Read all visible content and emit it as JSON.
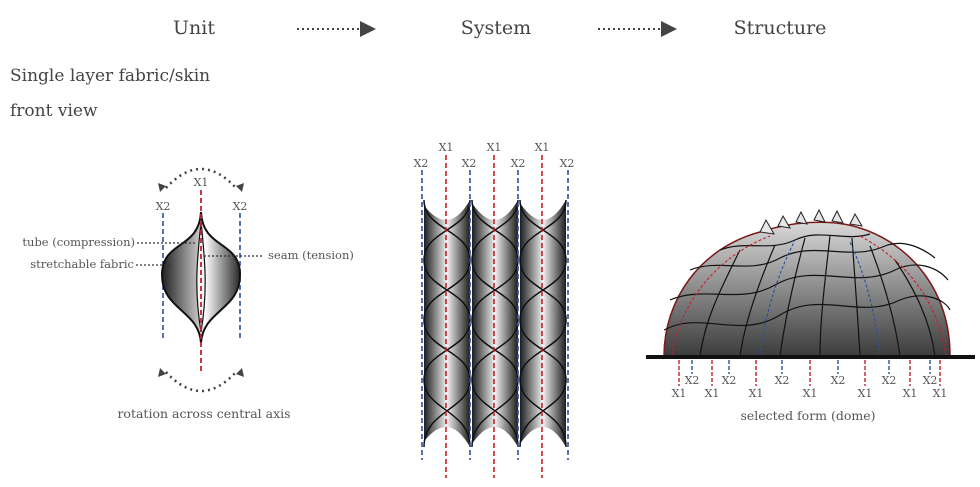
{
  "header": {
    "unit": "Unit",
    "system": "System",
    "structure": "Structure"
  },
  "side_labels": {
    "line1": "Single layer fabric/skin",
    "line2": "front view"
  },
  "unit_panel": {
    "x1": "X1",
    "x2_left": "X2",
    "x2_right": "X2",
    "tube": "tube (compression)",
    "fabric": "stretchable fabric",
    "seam": "seam (tension)",
    "caption": "rotation across central axis"
  },
  "system_panel": {
    "x1": "X1",
    "x2": "X2"
  },
  "structure_panel": {
    "x1": "X1",
    "x2": "X2",
    "caption": "selected form (dome)"
  },
  "colors": {
    "red_axis": "#c8202a",
    "blue_axis": "#2b4fa0",
    "ink": "#222222"
  }
}
